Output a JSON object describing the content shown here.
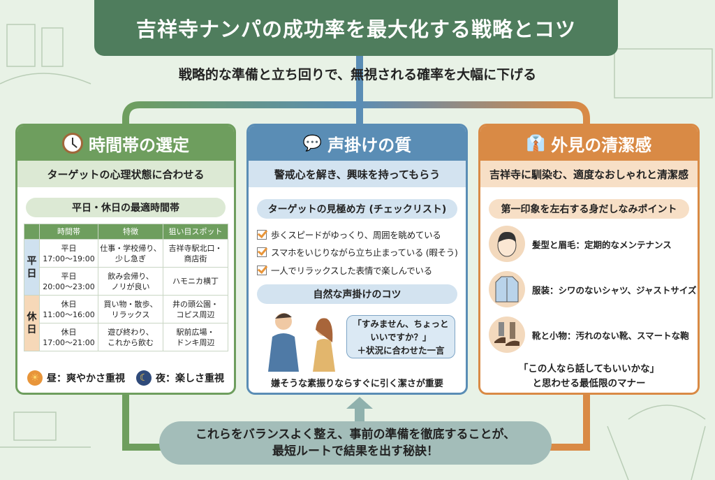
{
  "title": "吉祥寺ナンパの成功率を最大化する戦略とコツ",
  "subtitle": "戦略的な準備と立ち回りで、無視される確率を大幅に下げる",
  "colors": {
    "green": "#6e9e5e",
    "blue": "#5a8db5",
    "orange": "#d98a45",
    "title_bg": "#4f7d5d"
  },
  "time": {
    "heading": "時間帯の選定",
    "icon": "clock-icon",
    "subheading": "ターゲットの心理状態に合わせる",
    "pill": "平日・休日の最適時間帯",
    "columns": [
      "時間帯",
      "特徴",
      "狙い目スポット"
    ],
    "groups": [
      {
        "label": "平日"
      },
      {
        "label": "休日"
      }
    ],
    "rows": [
      {
        "time1": "平日",
        "time2": "17:00〜19:00",
        "feat1": "仕事・学校帰り、",
        "feat2": "少し急ぎ",
        "spot1": "吉祥寺駅北口・",
        "spot2": "商店街"
      },
      {
        "time1": "平日",
        "time2": "20:00〜23:00",
        "feat1": "飲み会帰り、",
        "feat2": "ノリが良い",
        "spot1": "ハモニカ横丁",
        "spot2": ""
      },
      {
        "time1": "休日",
        "time2": "11:00〜16:00",
        "feat1": "買い物・散歩、",
        "feat2": "リラックス",
        "spot1": "井の頭公園・",
        "spot2": "コピス周辺"
      },
      {
        "time1": "休日",
        "time2": "17:00〜21:00",
        "feat1": "遊び終わり、",
        "feat2": "これから飲む",
        "spot1": "駅前広場・",
        "spot2": "ドンキ周辺"
      }
    ],
    "legend_day": "昼：爽やかさ重視",
    "legend_night": "夜：楽しさ重視"
  },
  "voice": {
    "heading": "声掛けの質",
    "icon": "conversation-icon",
    "subheading": "警戒心を解き、興味を持ってもらう",
    "pill1": "ターゲットの見極め方 (チェックリスト)",
    "checklist": [
      "歩くスピードがゆっくり、周囲を眺めている",
      "スマホをいじりながら立ち止まっている (暇そう)",
      "一人でリラックスした表情で楽しんでいる"
    ],
    "pill2": "自然な声掛けのコツ",
    "bubble1": "「すみません、ちょっと",
    "bubble2": "いいですか？」",
    "bubble3": "＋状況に合わせた一言",
    "footer": "嫌そうな素振りならすぐに引く潔さが重要"
  },
  "look": {
    "heading": "外見の清潔感",
    "icon": "shirt-magnifier-icon",
    "subheading": "吉祥寺に馴染む、適度なおしゃれと清潔感",
    "pill": "第一印象を左右する身だしなみポイント",
    "items": [
      {
        "text": "髪型と眉毛：定期的なメンテナンス",
        "icon": "face-icon"
      },
      {
        "text": "服装：シワのないシャツ、ジャストサイズ",
        "icon": "shirt-icon"
      },
      {
        "text": "靴と小物：汚れのない靴、スマートな鞄",
        "icon": "shoes-icon"
      }
    ],
    "footer1": "「この人なら話してもいいかな」",
    "footer2": "と思わせる最低限のマナー"
  },
  "bottom": {
    "line1": "これらをバランスよく整え、事前の準備を徹底することが、",
    "line2": "最短ルートで結果を出す秘訣！"
  }
}
